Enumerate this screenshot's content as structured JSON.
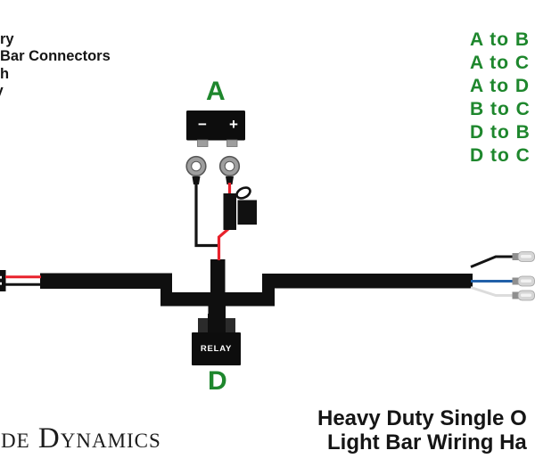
{
  "legend_left": {
    "lines": [
      "ry",
      "Bar Connectors",
      "h",
      "y"
    ]
  },
  "legend_right": {
    "lines": [
      "A to B",
      "A to C",
      "A to D",
      "B to C",
      "D to B",
      "D to C"
    ]
  },
  "diagram": {
    "battery_label": "A",
    "battery_minus": "−",
    "battery_plus": "+",
    "relay_text": "RELAY",
    "relay_label": "D"
  },
  "footer": {
    "logo_text": "de Dynamics",
    "title_line1": "Heavy Duty Single O",
    "title_line2": "Light Bar Wiring Ha"
  },
  "colors": {
    "label_green": "#1e872d",
    "harness_black": "#0f0f0f",
    "wire_red": "#e8222c",
    "wire_blue": "#2160a8",
    "wire_white": "#dcdcdc",
    "terminal_gray": "#9e9e9e"
  }
}
